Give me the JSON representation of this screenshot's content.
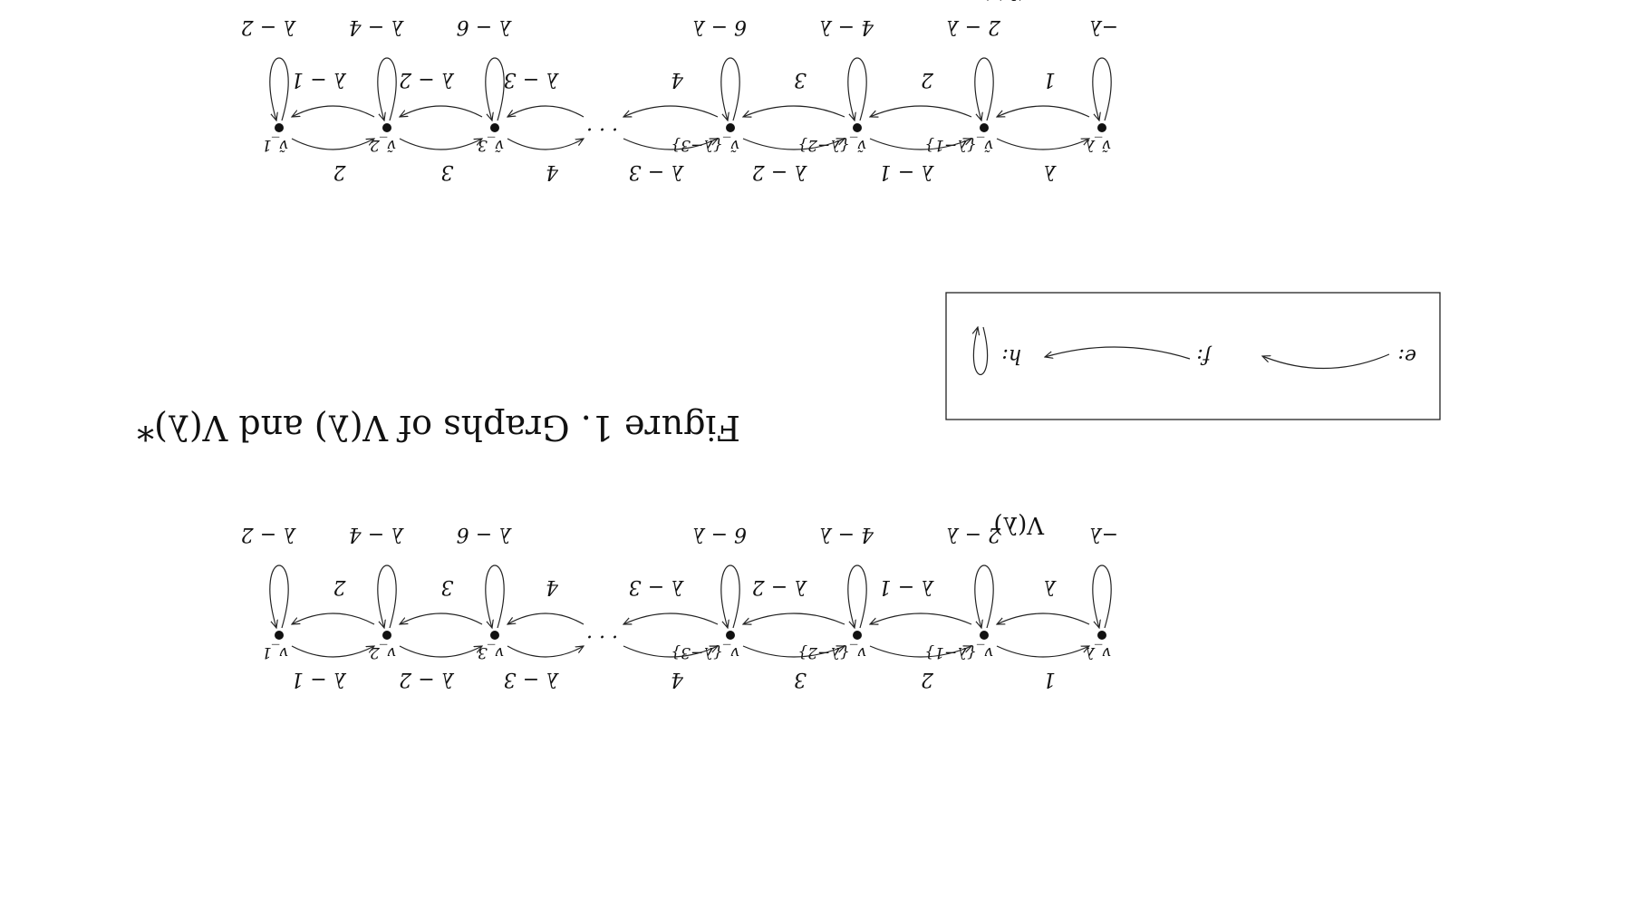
{
  "caption": "Figure 1. Graphs of V(λ) and V(λ)*",
  "legend": {
    "e_label": "e:",
    "f_label": "f:",
    "h_label": "h:"
  },
  "graphs": [
    {
      "id": "top",
      "title": "V(λ)*",
      "vertex_labels": [
        "ṽ_λ",
        "ṽ_{λ−1}",
        "ṽ_{λ−2}",
        "ṽ_{λ−3}",
        "ṽ_3",
        "ṽ_2",
        "ṽ_1"
      ],
      "loop_labels": [
        "−λ",
        "2 − λ",
        "4 − λ",
        "6 − λ",
        "λ − 6",
        "λ − 4",
        "λ − 2"
      ],
      "upper_edges": [
        "λ",
        "λ − 1",
        "λ − 2",
        "λ − 3",
        "4",
        "3",
        "2"
      ],
      "lower_edges": [
        "1",
        "2",
        "3",
        "4",
        "λ − 3",
        "λ − 2",
        "λ − 1"
      ],
      "ellipsis": "· · ·"
    },
    {
      "id": "bottom",
      "title": "V(λ)",
      "vertex_labels": [
        "v_λ",
        "v_{λ−1}",
        "v_{λ−2}",
        "v_{λ−3}",
        "v_3",
        "v_2",
        "v_1"
      ],
      "loop_labels": [
        "−λ",
        "2 − λ",
        "4 − λ",
        "6 − λ",
        "λ − 6",
        "λ − 4",
        "λ − 2"
      ],
      "upper_edges": [
        "1",
        "2",
        "3",
        "4",
        "λ − 3",
        "λ − 2",
        "λ − 1"
      ],
      "lower_edges": [
        "λ",
        "λ − 1",
        "λ − 2",
        "λ − 3",
        "4",
        "3",
        "2"
      ],
      "ellipsis": "· · ·"
    }
  ]
}
